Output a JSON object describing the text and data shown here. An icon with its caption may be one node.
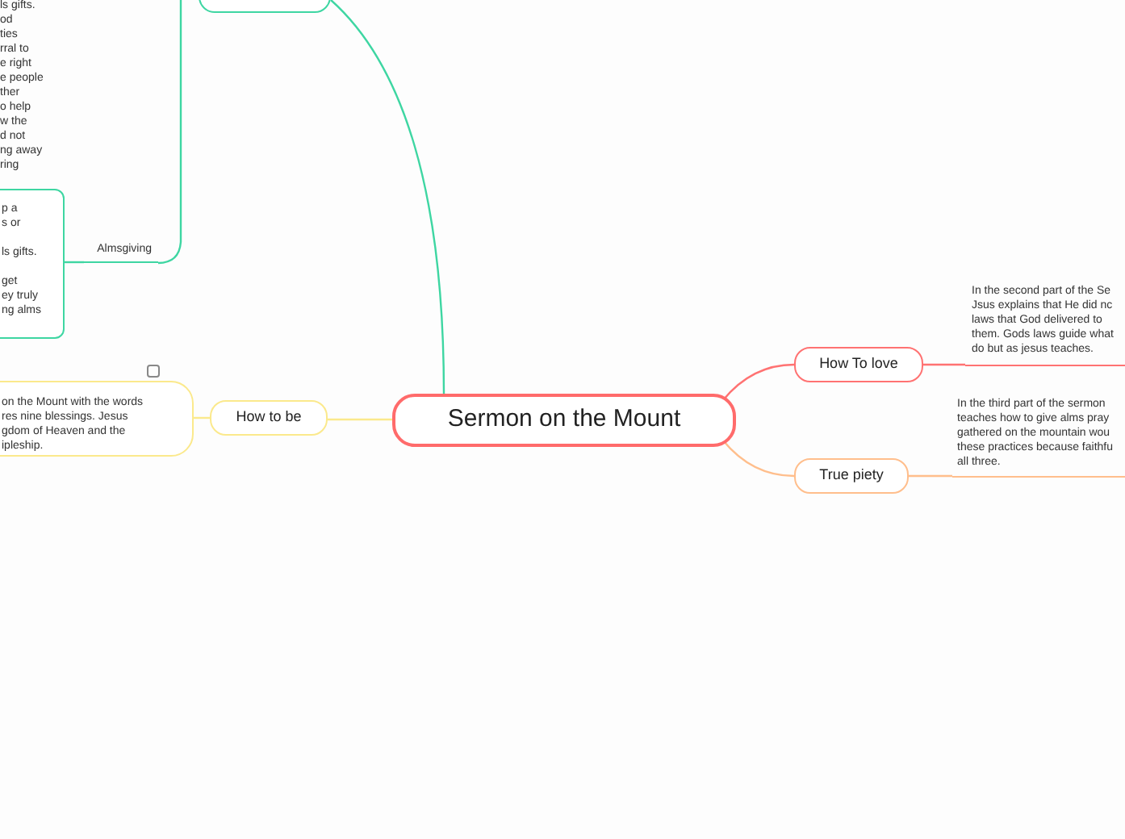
{
  "diagram": {
    "nodes": [
      {
        "text": [
          "Sermon on the Mount"
        ]
      },
      {
        "text": [],
        "shape": "box"
      },
      {
        "text": [
          "Almsgiving"
        ]
      },
      {
        "text": [
          "p a",
          "s or",
          "ls gifts.",
          "get",
          "ey truly",
          "ng alms"
        ]
      },
      {
        "text": [
          "How to be"
        ]
      },
      {
        "text": [
          "on the Mount with the words",
          "res nine blessings. Jesus",
          "gdom of Heaven and the",
          "ipleship."
        ]
      },
      {
        "text": [
          "How To love"
        ]
      },
      {
        "text": [
          "True piety"
        ]
      },
      {
        "text": [
          "In the second part of the Se",
          "Jsus explains that He did nc",
          "laws that God delivered to",
          "them. Gods laws guide what",
          "do but as jesus teaches."
        ]
      },
      {
        "text": [
          "In the third part of the sermon",
          "teaches how to give alms pray",
          "gathered on the mountain wou",
          "these practices because faithfu",
          "all three."
        ]
      }
    ],
    "edges": [
      {
        "from": 0,
        "to": 1,
        "arrow": "none",
        "color": "#3ed6a2"
      },
      {
        "from": 1,
        "to": 2,
        "arrow": "none",
        "color": "#3ed6a2"
      },
      {
        "from": 2,
        "to": 3,
        "arrow": "none",
        "color": "#3ed6a2"
      },
      {
        "from": 0,
        "to": 4,
        "arrow": "none",
        "color": "#fbe98c"
      },
      {
        "from": 4,
        "to": 5,
        "arrow": "none",
        "color": "#fbe98c"
      },
      {
        "from": 0,
        "to": 6,
        "arrow": "none",
        "color": "#ff7272"
      },
      {
        "from": 0,
        "to": 7,
        "arrow": "none",
        "color": "#ffbe8c"
      },
      {
        "from": 6,
        "to": 8,
        "arrow": "none",
        "color": "#ff7272"
      },
      {
        "from": 7,
        "to": 9,
        "arrow": "none",
        "color": "#ffbe8c"
      }
    ],
    "labels": [
      "ls gifts.",
      "od",
      "ties",
      "rral to",
      "e right",
      "e people",
      "ther",
      "o help",
      "w the",
      "d not",
      "ng away",
      "ring"
    ]
  }
}
